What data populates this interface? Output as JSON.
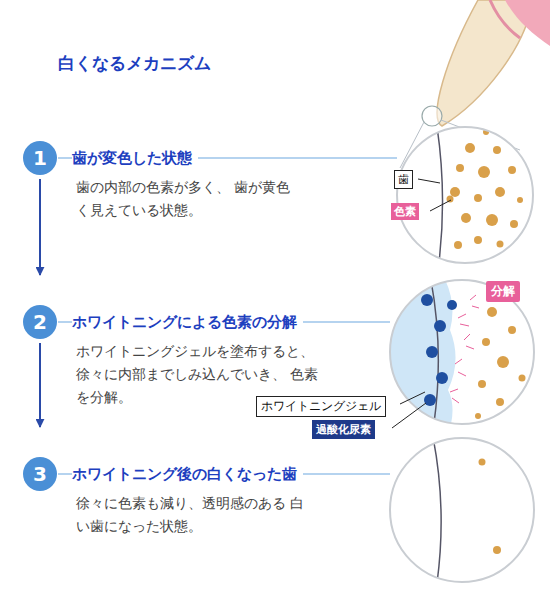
{
  "diagram": {
    "title": "白くなるメカニズム",
    "nodes": [
      {
        "text": [
          "1"
        ]
      },
      {
        "text": [
          "歯"
        ]
      },
      {
        "text": [
          "色素"
        ]
      },
      {
        "text": [
          "2"
        ]
      },
      {
        "text": [
          "分解"
        ]
      },
      {
        "text": [
          "ホワイトニングジェル"
        ]
      },
      {
        "text": [
          "過酸化尿素"
        ]
      },
      {
        "text": [
          "3"
        ]
      }
    ],
    "edges": [
      {
        "from": 0,
        "to": 3,
        "arrow": "to"
      },
      {
        "from": 3,
        "to": 7,
        "arrow": "to"
      }
    ],
    "labels": [
      "歯が変色した状態",
      "歯の内部の色素が多く、 歯が黄色く見えている状態。",
      "ホワイトニングによる色素の分解",
      "ホワイトニングジェルを塗布すると、 徐々に内部までしみ込んでいき、 色素を分解。",
      "ホワイトニング後の白くなった歯",
      "徐々に色素も減り、透明感のある 白い歯になった状態。"
    ]
  }
}
